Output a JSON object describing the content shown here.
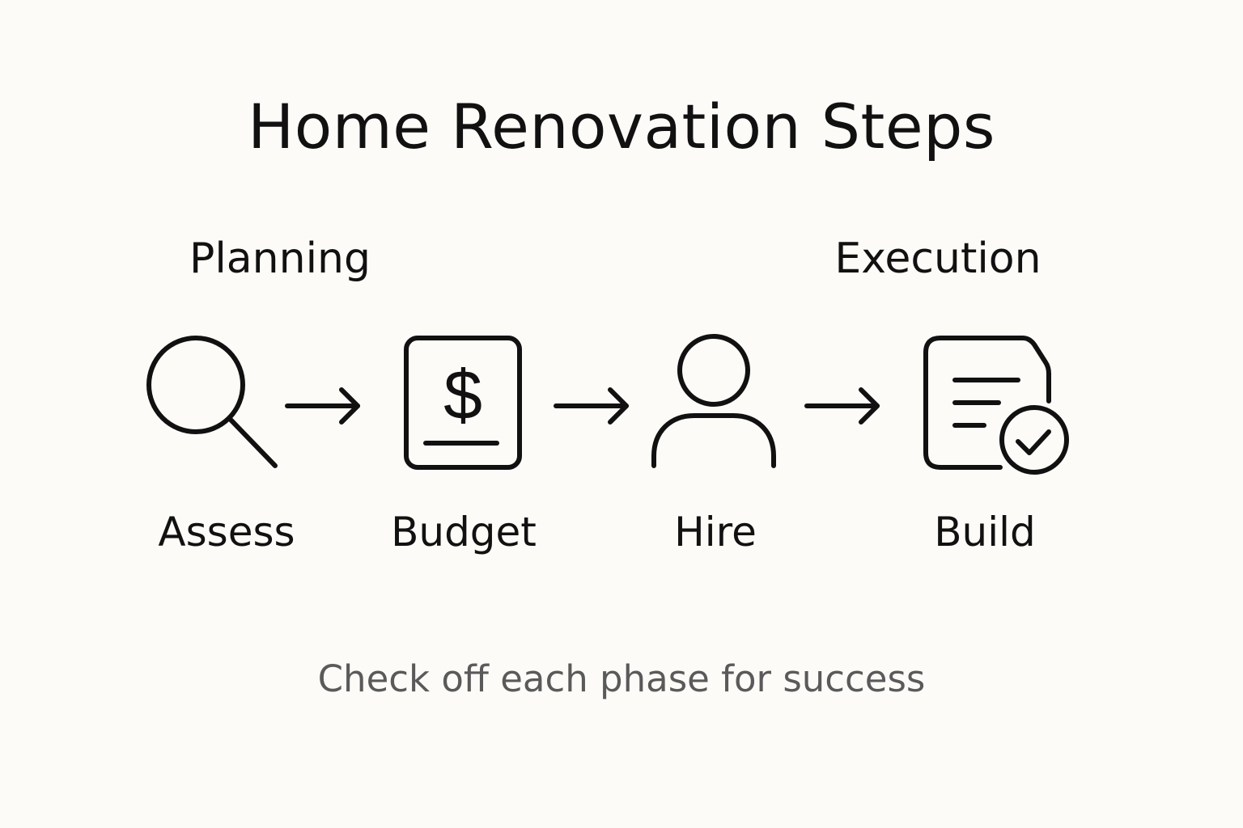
{
  "diagram": {
    "title": "Home Renovation Steps",
    "phases": {
      "planning": "Planning",
      "execution": "Execution"
    },
    "steps": [
      {
        "label": "Assess",
        "icon": "magnifier-icon"
      },
      {
        "label": "Budget",
        "icon": "dollar-document-icon"
      },
      {
        "label": "Hire",
        "icon": "person-icon"
      },
      {
        "label": "Build",
        "icon": "document-check-icon"
      }
    ],
    "connectors": [
      "arrow-right-icon",
      "arrow-right-icon",
      "arrow-right-icon"
    ],
    "footer": "Check off each phase for success"
  },
  "colors": {
    "background": "#fcfbf8",
    "stroke": "#111111",
    "footer_text": "#5a5a5a"
  }
}
